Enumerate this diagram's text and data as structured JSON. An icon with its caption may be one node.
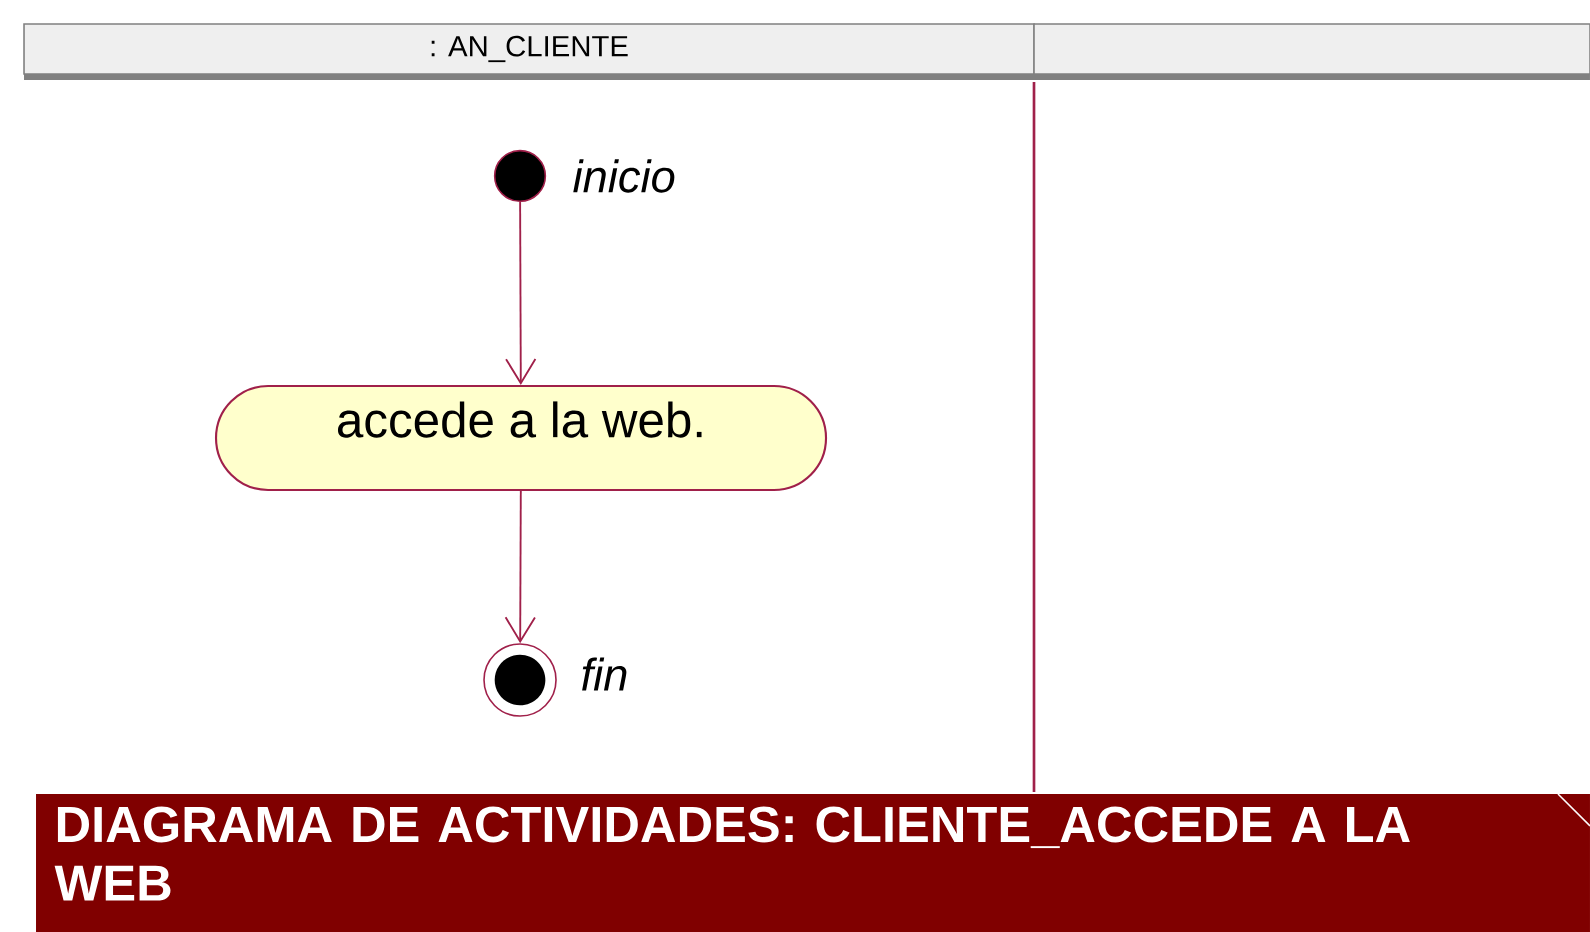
{
  "diagram": {
    "nodes": [
      {
        "text": [
          ": AN_CLIENTE"
        ]
      },
      {
        "text": [],
        "shape": "box"
      },
      {
        "text": [],
        "shape": "circle",
        "beside": [
          "inicio"
        ]
      },
      {
        "text": [
          "accede a la web."
        ]
      },
      {
        "text": [],
        "shape": "circle",
        "beside": [
          "fin"
        ]
      },
      {
        "text": [
          "DIAGRAMA DE ACTIVIDADES: CLIENTE_ACCEDE A LA WEB"
        ]
      }
    ],
    "edges": [
      {
        "from": 2,
        "to": 3,
        "arrow": "to"
      },
      {
        "from": 3,
        "to": 4,
        "arrow": "to"
      }
    ]
  }
}
